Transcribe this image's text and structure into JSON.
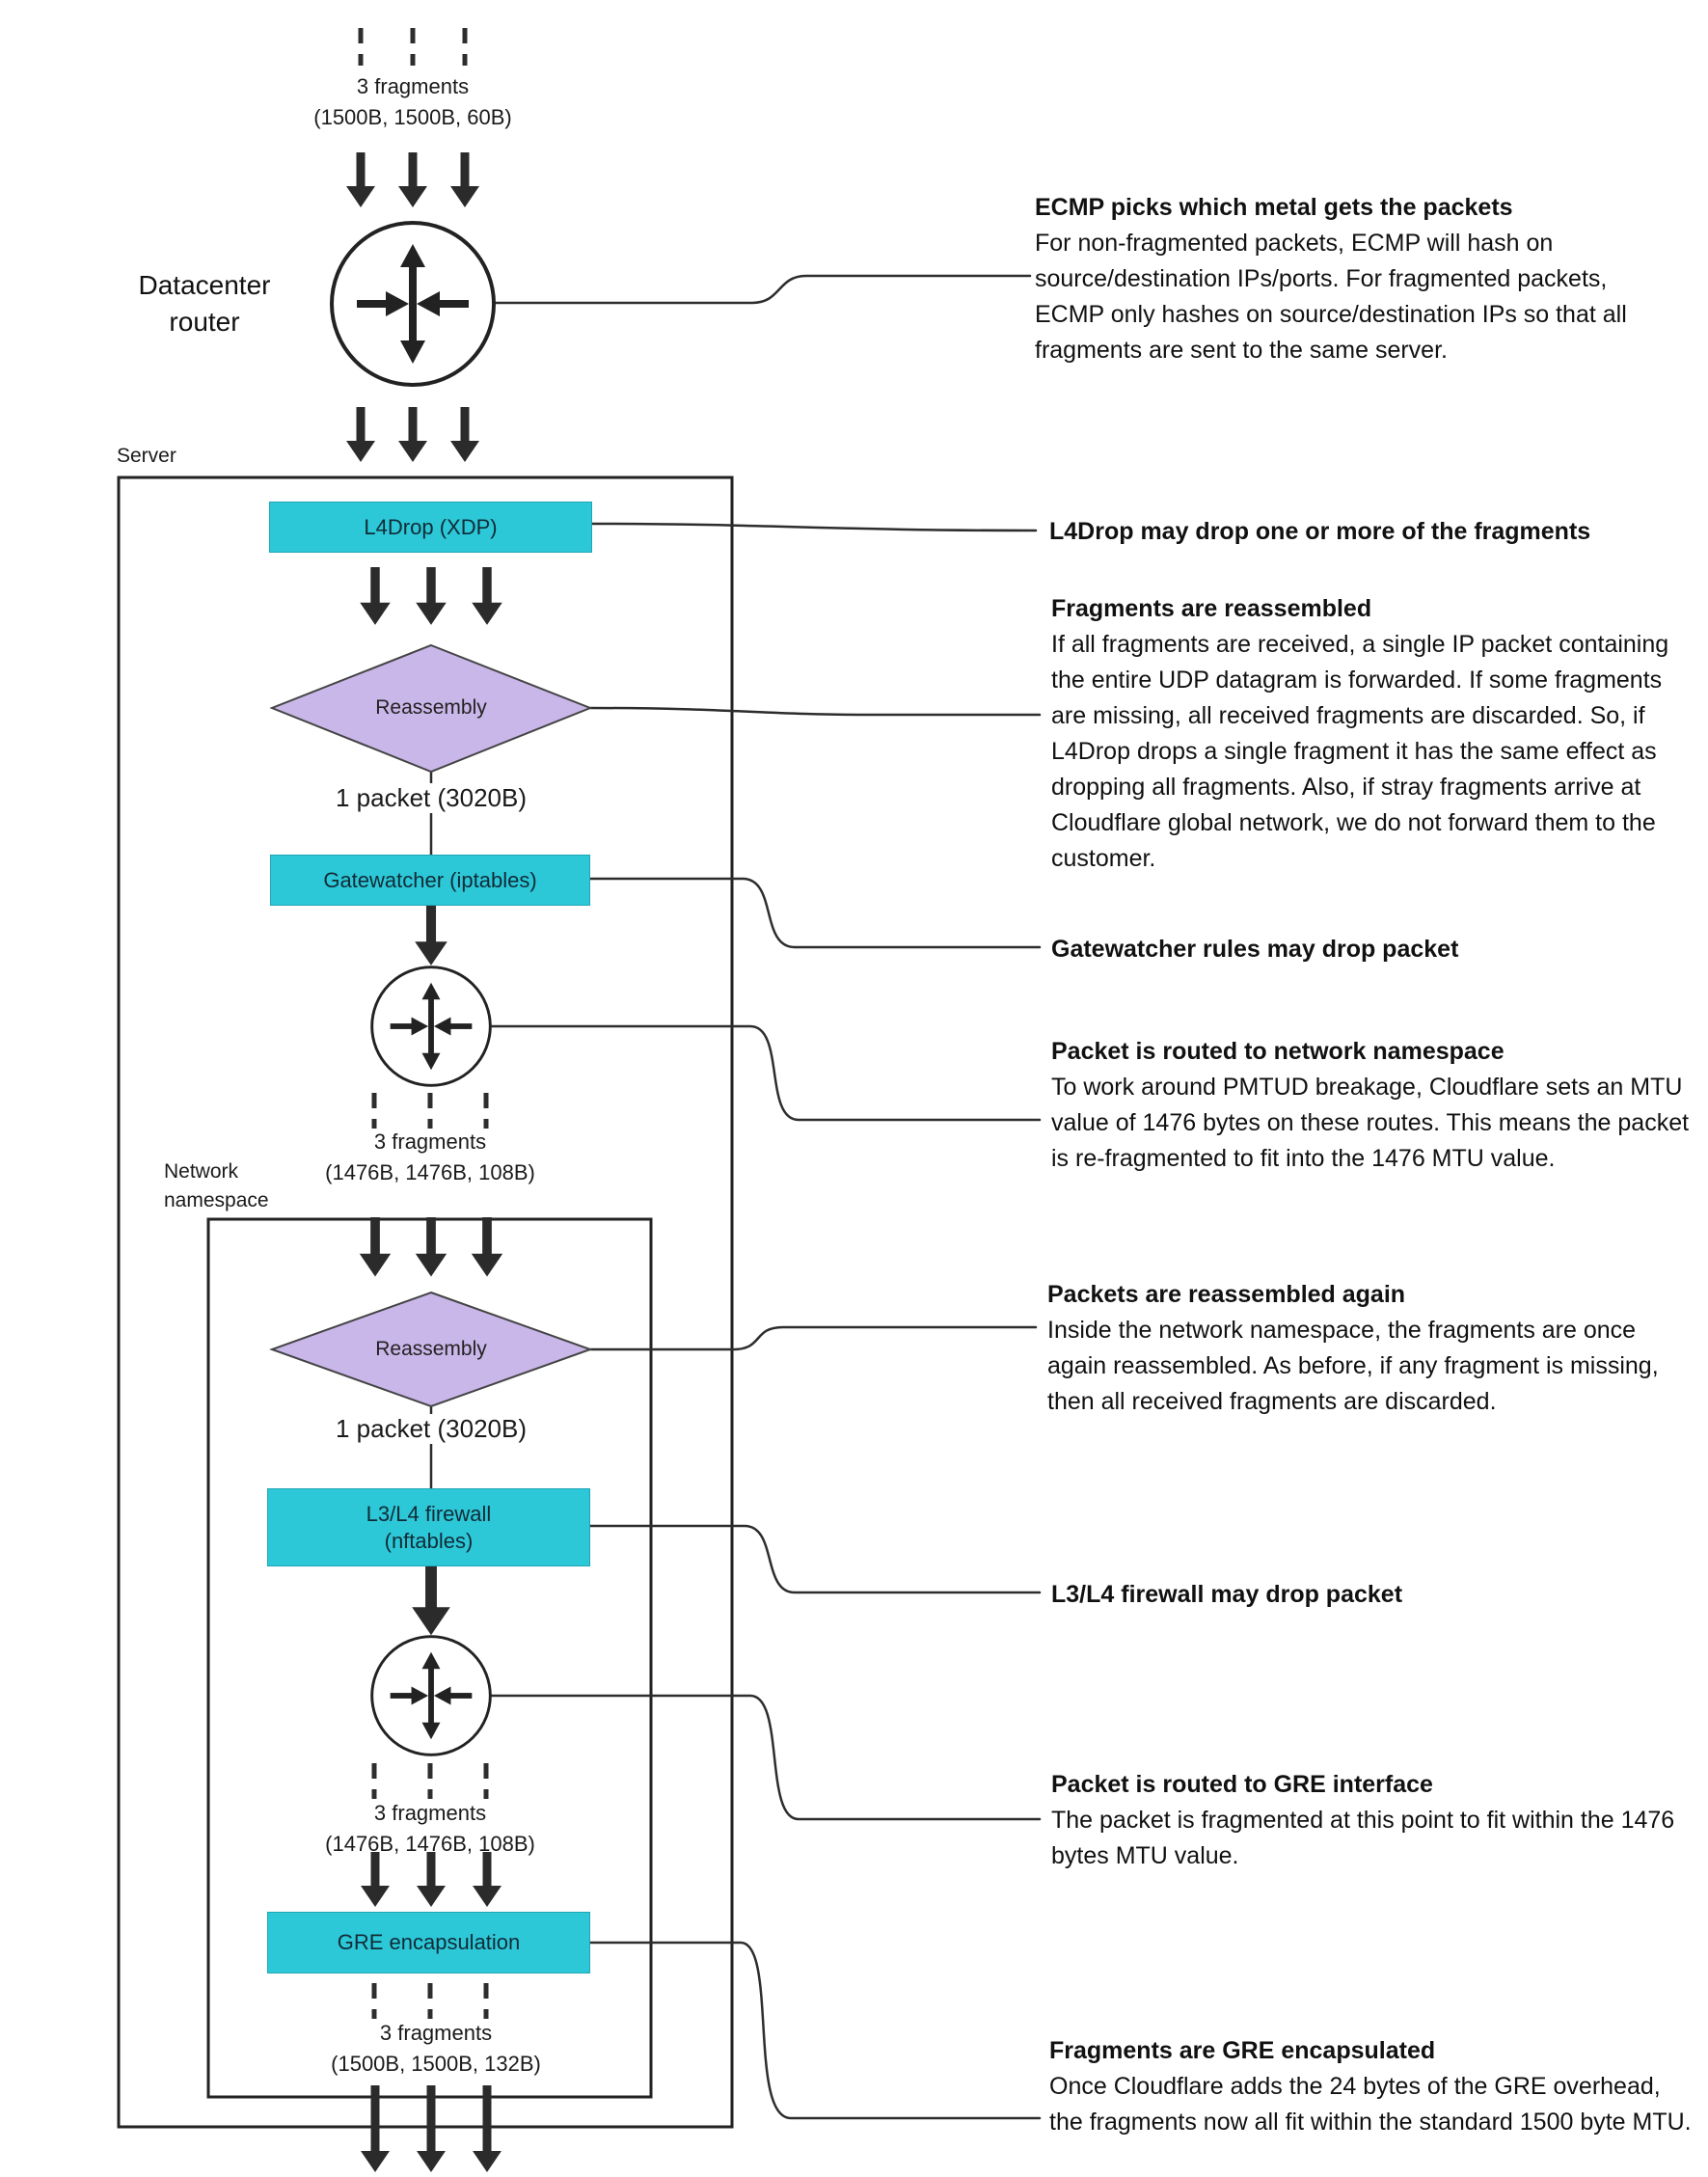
{
  "colors": {
    "cyan": "#2cc8d8",
    "purple": "#c9b7e9",
    "line": "#2d2d2d"
  },
  "nodes": {
    "datacenter_router_label": "Datacenter\nrouter",
    "server_label": "Server",
    "network_namespace_label": "Network\nnamespace",
    "l4drop_label": "L4Drop (XDP)",
    "reassembly1_label": "Reassembly",
    "gatewatcher_label": "Gatewatcher (iptables)",
    "reassembly2_label": "Reassembly",
    "firewall_label": "L3/L4 firewall\n(nftables)",
    "gre_label": "GRE encapsulation"
  },
  "flow_labels": {
    "top_fragments_1": "3 fragments",
    "top_fragments_2": "(1500B, 1500B, 60B)",
    "packet_after_reassembly1": "1 packet (3020B)",
    "ns_fragments_1": "3 fragments",
    "ns_fragments_2": "(1476B, 1476B, 108B)",
    "packet_after_reassembly2": "1 packet (3020B)",
    "gre_in_fragments_1": "3 fragments",
    "gre_in_fragments_2": "(1476B, 1476B, 108B)",
    "out_fragments_1": "3 fragments",
    "out_fragments_2": "(1500B, 1500B, 132B)"
  },
  "annotations": [
    {
      "title": "ECMP picks which metal gets the packets",
      "body": "For non-fragmented packets, ECMP will hash on source/destination IPs/ports. For fragmented packets, ECMP only hashes on source/destination IPs so that all fragments are sent to the same server."
    },
    {
      "title": "L4Drop may drop one or more of the fragments",
      "body": ""
    },
    {
      "title": "Fragments are reassembled",
      "body": "If all fragments are received, a single IP packet containing the entire UDP datagram is forwarded. If some fragments are missing, all received fragments are discarded. So, if L4Drop drops a single fragment it has the same effect as dropping all fragments. Also, if stray fragments arrive at Cloudflare global network, we do not forward them to the customer."
    },
    {
      "title": "Gatewatcher rules may drop packet",
      "body": ""
    },
    {
      "title": "Packet is routed to network namespace",
      "body": "To work around PMTUD breakage, Cloudflare sets an MTU value of 1476 bytes on these routes. This means the packet is re-fragmented to fit into the 1476 MTU value."
    },
    {
      "title": "Packets are reassembled again",
      "body": "Inside the network namespace, the fragments are once again reassembled. As before, if any fragment is missing, then all received fragments are discarded."
    },
    {
      "title": "L3/L4 firewall may drop packet",
      "body": ""
    },
    {
      "title": "Packet is routed to GRE interface",
      "body": "The packet is fragmented at this point to fit within the 1476 bytes MTU value."
    },
    {
      "title": "Fragments are GRE encapsulated",
      "body": "Once Cloudflare adds the 24 bytes of the GRE overhead, the fragments now all fit within the standard 1500 byte MTU."
    }
  ]
}
